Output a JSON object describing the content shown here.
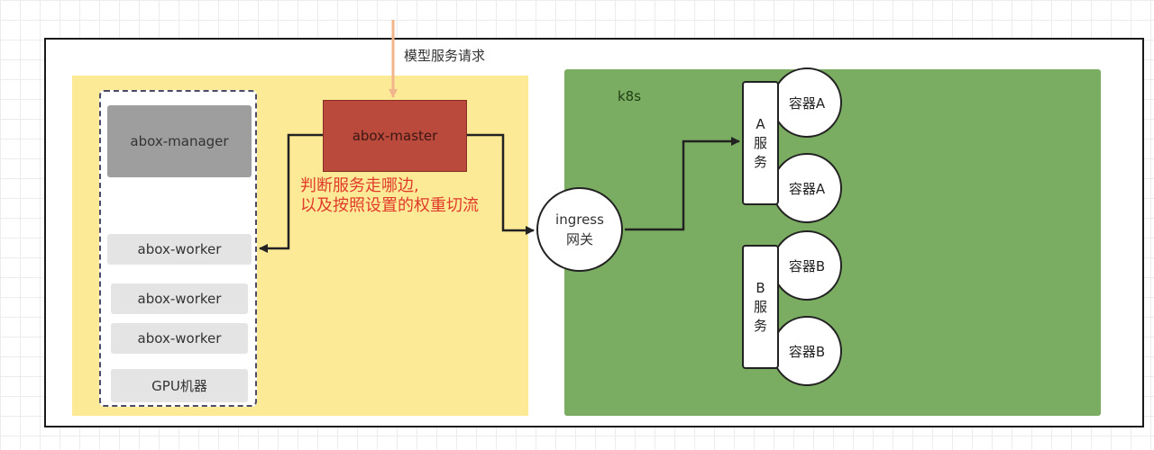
{
  "diagram": {
    "request_label": "模型服务请求",
    "k8s_label": "k8s",
    "nodes": {
      "abox_manager": "abox-manager",
      "abox_master": "abox-master",
      "workers": [
        "abox-worker",
        "abox-worker",
        "abox-worker"
      ],
      "gpu_machine": "GPU机器",
      "ingress_line1": "ingress",
      "ingress_line2": "网关",
      "service_a": [
        "A",
        "服",
        "务"
      ],
      "service_b": [
        "B",
        "服",
        "务"
      ],
      "containers": [
        "容器A",
        "容器A",
        "容器B",
        "容器B"
      ]
    },
    "annotation": {
      "line1": "判断服务走哪边,",
      "line2": "以及按照设置的权重切流"
    }
  },
  "colors": {
    "yellow_region": "#fcea96",
    "green_region": "#7aac61",
    "master": "#b94a3c",
    "manager": "#9e9e9e",
    "worker": "#e4e4e4",
    "request_arrow": "#f2b48a",
    "annotation_text": "#e03b2a"
  }
}
